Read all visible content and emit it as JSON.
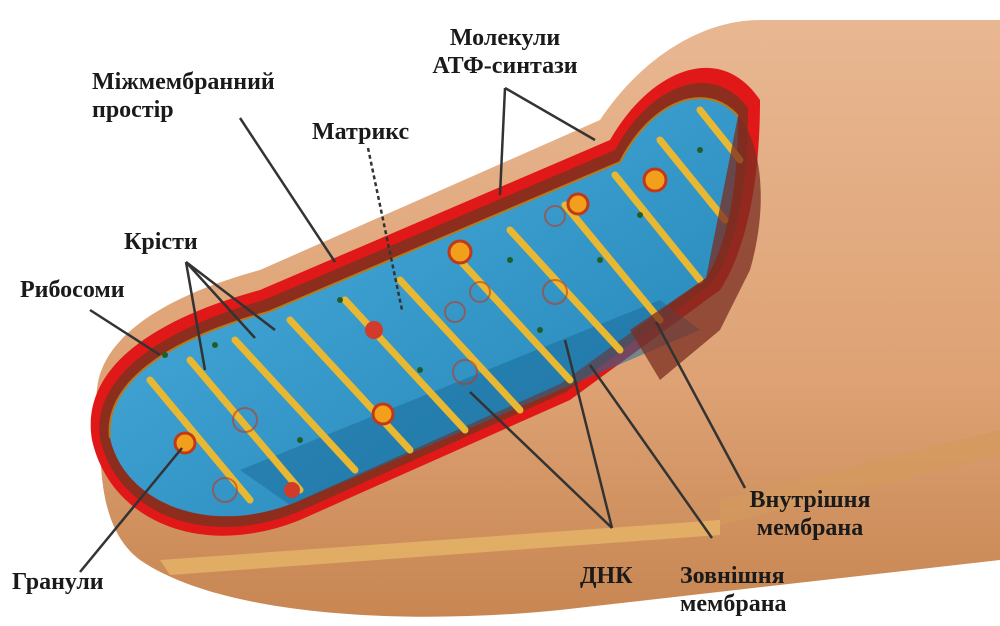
{
  "labels": {
    "atp_synthase_line1": "Молекули",
    "atp_synthase_line2": "АТФ-синтази",
    "intermembrane_line1": "Міжмембранний",
    "intermembrane_line2": "простір",
    "matrix": "Матрикс",
    "cristae": "Крісти",
    "ribosomes": "Рибосоми",
    "granules": "Гранули",
    "dna": "ДНК",
    "outer_membrane_line1": "Зовнішня",
    "outer_membrane_line2": "мембрана",
    "inner_membrane_line1": "Внутрішня",
    "inner_membrane_line2": "мембрана"
  },
  "colors": {
    "outer_shell": "#e2a77a",
    "outer_shell_dark": "#c98a5c",
    "outer_membrane_rim": "#e01818",
    "intermembrane_space": "#8c2d1e",
    "matrix": "#2a8fc4",
    "matrix_light": "#4fb0de",
    "inner_membrane": "#e8b832",
    "granule": "#f2a01c",
    "leader_line": "#333333"
  }
}
